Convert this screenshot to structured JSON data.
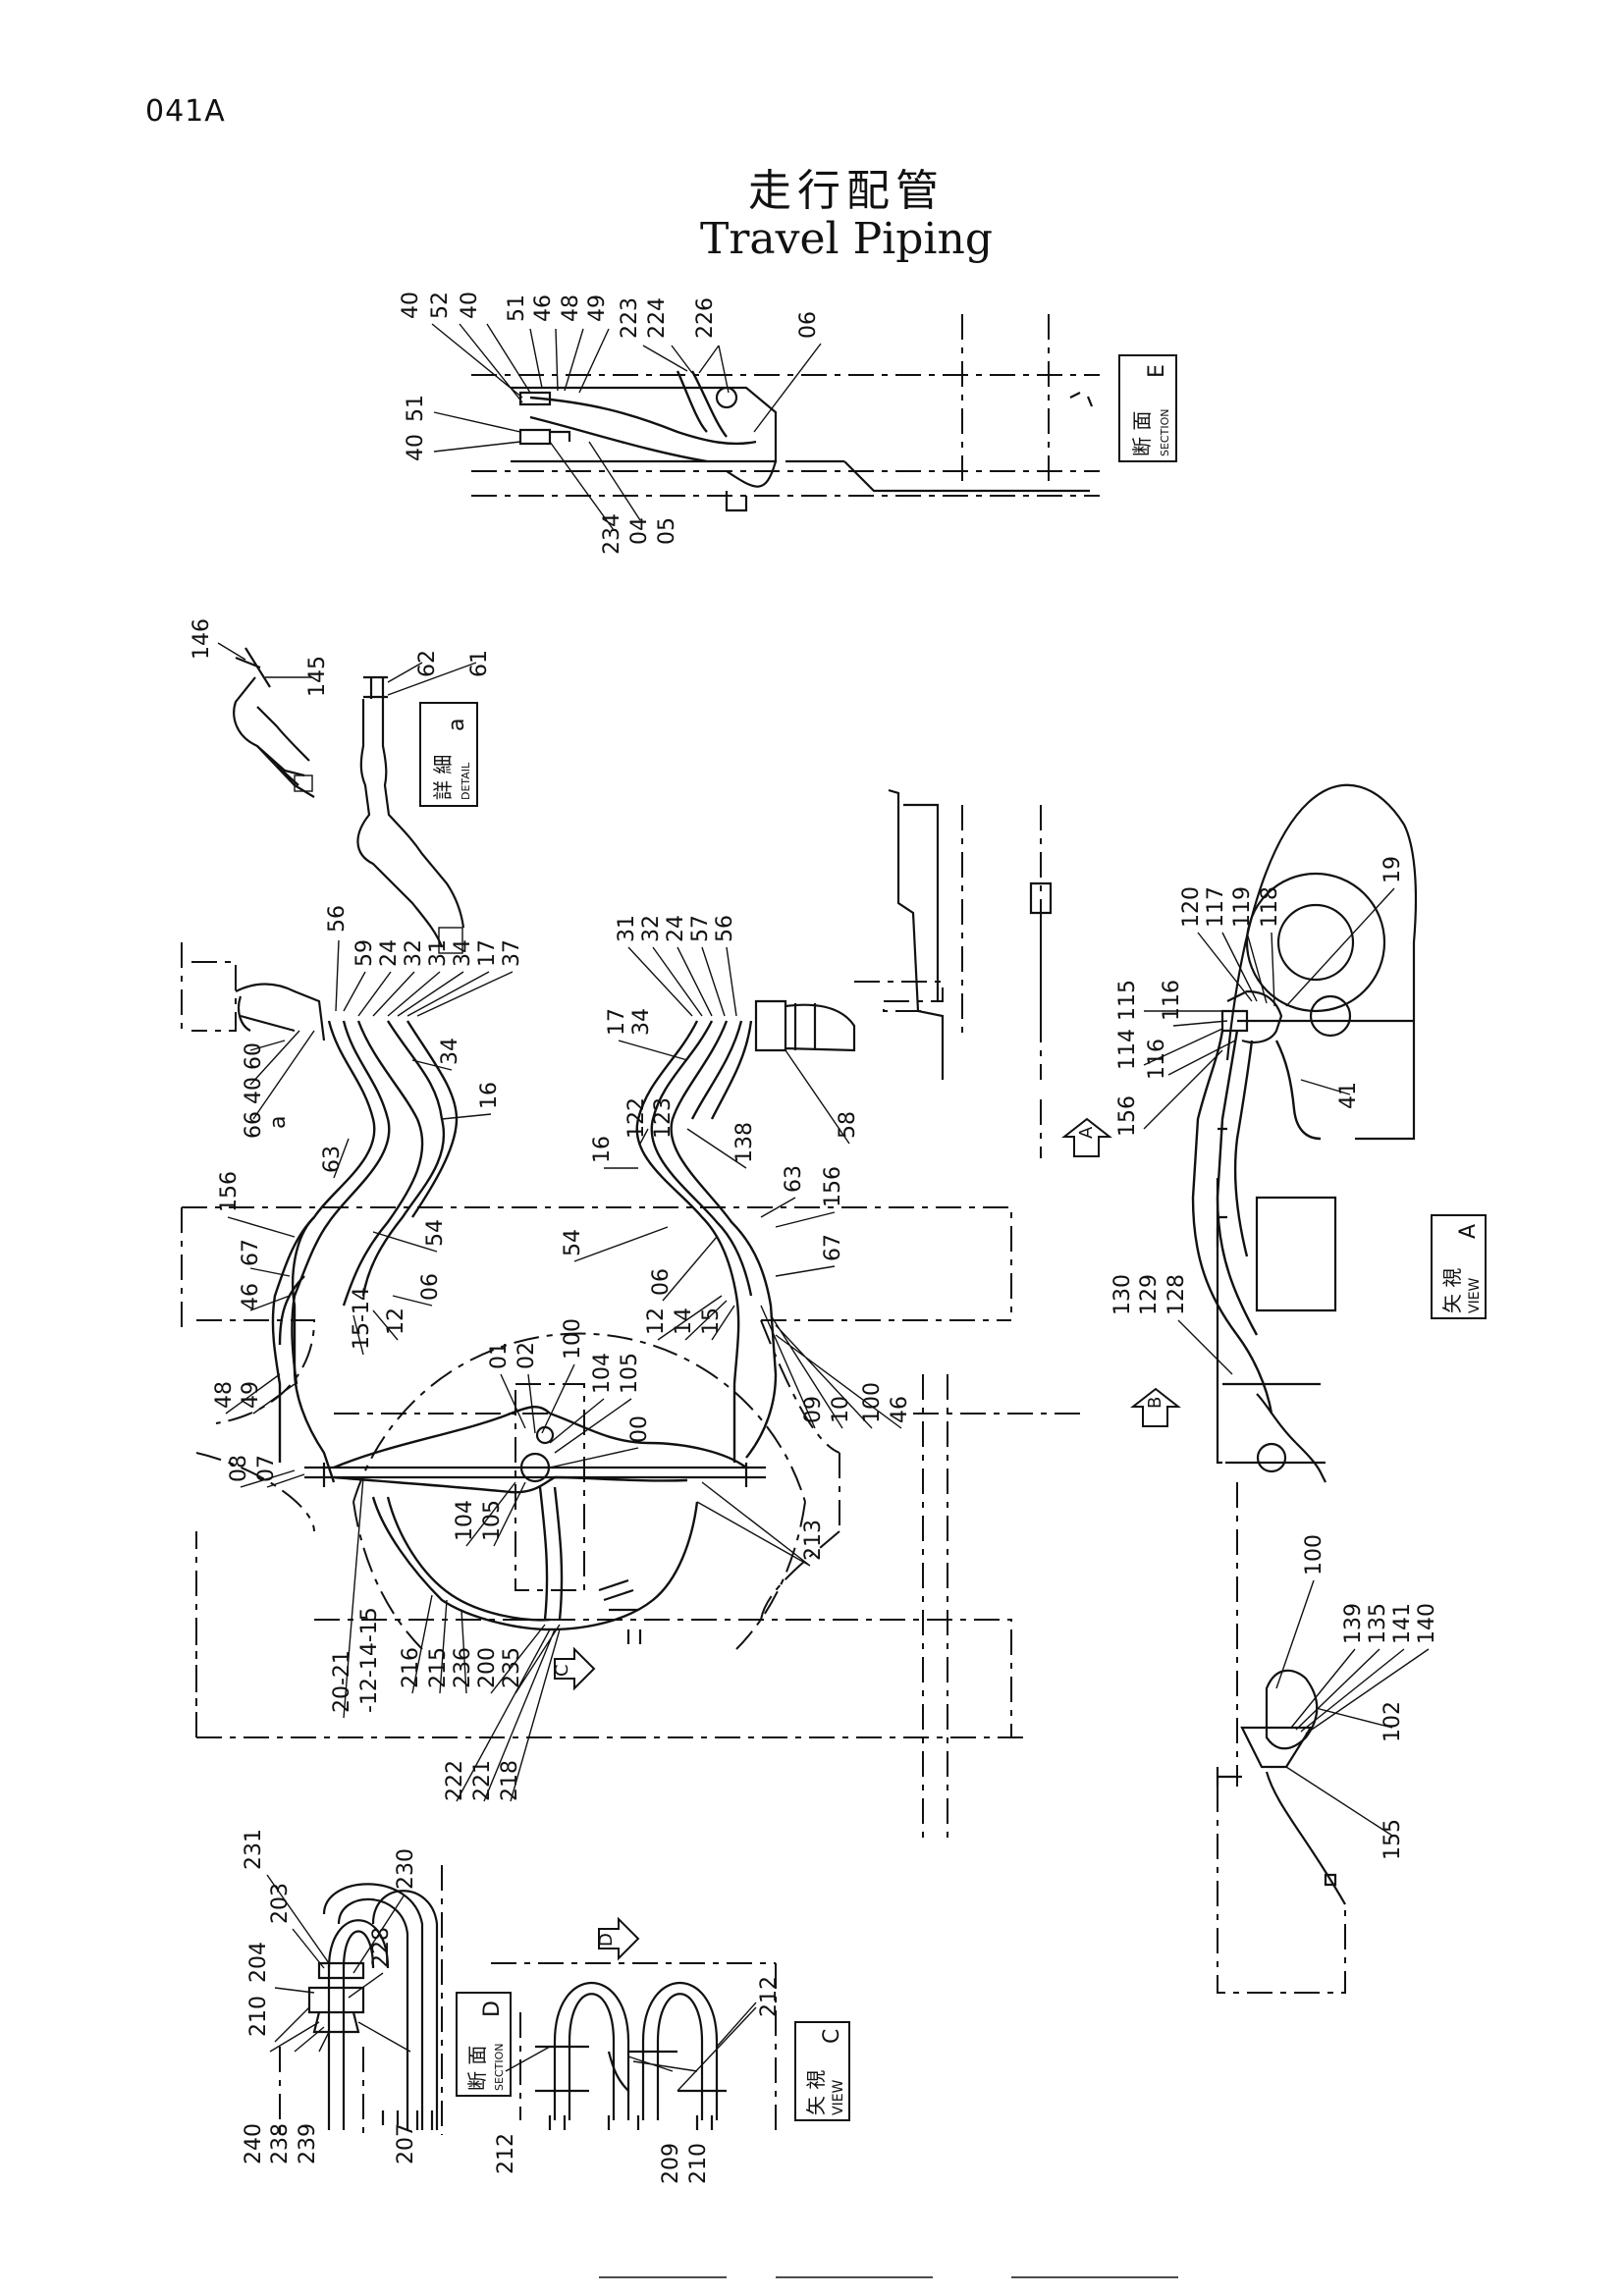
{
  "page_code": "041A",
  "title_jp": "走行配管",
  "title_en": "Travel Piping",
  "views": {
    "section_e": {
      "jp": "断 面",
      "en": "SECTION",
      "letter": "E"
    },
    "detail_a": {
      "jp": "詳 細",
      "en": "DETAIL",
      "letter": "a"
    },
    "view_a": {
      "jp": "矢 視",
      "en": "VIEW",
      "letter": "A"
    },
    "section_d": {
      "jp": "断 面",
      "en": "SECTION",
      "letter": "D"
    },
    "view_c": {
      "jp": "矢 視",
      "en": "VIEW",
      "letter": "C"
    }
  },
  "arrows": {
    "a": "A",
    "b": "B",
    "c": "C",
    "d": "D"
  },
  "labels": {
    "e1": "40",
    "e2": "52",
    "e3": "40",
    "e4": "51",
    "e5": "46",
    "e6": "48",
    "e7": "49",
    "e8": "223",
    "e9": "224",
    "e10": "226",
    "e11": "06",
    "e12": "51",
    "e13": "40",
    "e14": "234",
    "e15": "04",
    "e16": "05",
    "d1": "146",
    "d2": "145",
    "d3": "62",
    "d4": "61",
    "l1": "56",
    "l2": "59",
    "l3": "24",
    "l4": "32",
    "l5": "31",
    "l6": "34",
    "l7": "17",
    "l8": "37",
    "l9": "60",
    "l10": "40",
    "l11": "66",
    "l12": "a",
    "l13": "34",
    "l14": "16",
    "l15": "63",
    "l16": "156",
    "l17": "67",
    "l18": "46",
    "l19": "54",
    "l20": "06",
    "l21": "15-14",
    "l22": "12",
    "l23": "48",
    "l24": "49",
    "l25": "08",
    "l26": "07",
    "r1": "31",
    "r2": "32",
    "r3": "24",
    "r4": "57",
    "r5": "56",
    "r6": "17",
    "r7": "34",
    "r8": "122",
    "r9": "123",
    "r10": "16",
    "r11": "138",
    "r12": "58",
    "r13": "63",
    "r14": "156",
    "r15": "54",
    "r16": "06",
    "r17": "67",
    "r18": "12",
    "r19": "14",
    "r20": "15",
    "r21": "09",
    "r22": "10",
    "r23": "100",
    "r24": "46",
    "c1": "01",
    "c2": "02",
    "c3": "100",
    "c4": "104",
    "c5": "105",
    "c6": "00",
    "c7": "104",
    "c8": "105",
    "c9": "213",
    "c10": "20-21",
    "c11": "-12-14-15",
    "c12": "216",
    "c13": "215",
    "c14": "236",
    "c15": "200",
    "c16": "235",
    "c17": "222",
    "c18": "221",
    "c19": "218",
    "a1": "19",
    "a2": "120",
    "a3": "117",
    "a4": "119",
    "a5": "118",
    "a6": "115",
    "a7": "116",
    "a8": "114",
    "a9": "116",
    "a10": "156",
    "a11": "41",
    "a12": "130",
    "a13": "129",
    "a14": "128",
    "a15": "100",
    "a16": "139",
    "a17": "135",
    "a18": "141",
    "a19": "140",
    "a20": "102",
    "a21": "155",
    "s1": "231",
    "s2": "203",
    "s3": "230",
    "s4": "204",
    "s5": "228",
    "s6": "210",
    "s7": "240",
    "s8": "238",
    "s9": "239",
    "s10": "207",
    "v1": "212",
    "v2": "212",
    "v3": "209",
    "v4": "210"
  }
}
